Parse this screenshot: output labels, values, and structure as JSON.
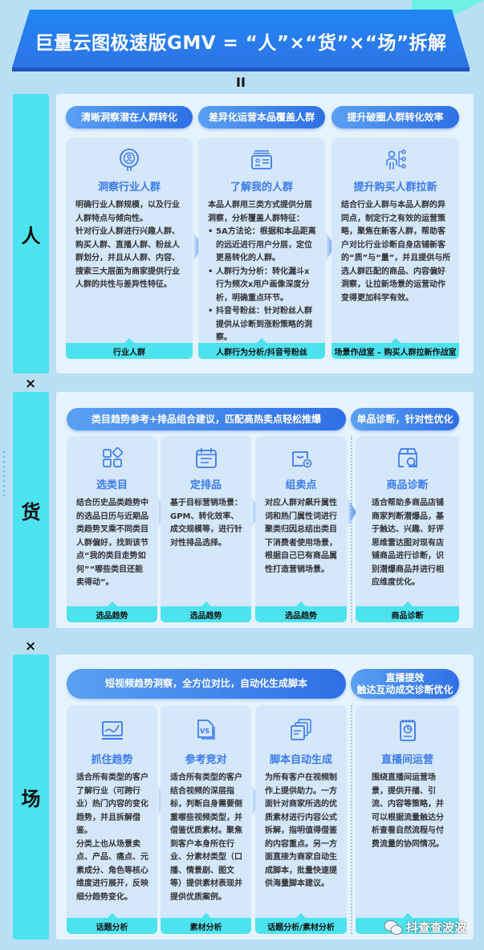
{
  "title": "巨量云图极速版GMV = “人”×“货”×“场”拆解",
  "equals_sign": "II",
  "operator": "×",
  "watermark": "抖查查波波",
  "colors": {
    "background": "#b9dff4",
    "banner": "#2f7be8",
    "pill": "#3a7eea",
    "tag": "#4de3ee",
    "card": "#d5e7fb",
    "card_title": "#3b7bea"
  },
  "sections": [
    {
      "label": "人",
      "pills": [
        "清晰洞察潜在人群转化",
        "差异化运营本品覆盖人群",
        "提升破圈人群转化效率"
      ],
      "cards": [
        {
          "icon": "user-search-icon",
          "title": "洞察行业人群",
          "body": "明确行业人群规模，以及行业人群特点与倾向性。\n针对行业人群进行兴趣人群、购买人群、直播人群、粉丝人群划分，并且从人群、内容、搜索三大层面为商家提供行业人群的共性与差异性特征。",
          "tag": "行业人群"
        },
        {
          "icon": "id-card-icon",
          "title": "了解我的人群",
          "intro": "本品人群用三类方式提供分层洞察，分析覆盖人群特征：",
          "bullets": [
            "5A方法论：根据和本品距离的远近进行用户分层，定位更易转化的人群。",
            "人群行为分析：转化漏斗x行为频次x用户画像深度分析，明确重点环节。",
            "抖音号粉丝：针对粉丝人群提供从诊断到涨粉策略的洞察。"
          ],
          "tag": "人群行为分析/抖音号粉丝"
        },
        {
          "icon": "user-nodes-icon",
          "title": "提升购买人群拉新",
          "body": "结合行业人群与本品人群的异同点，制定行之有效的运营策略，聚焦在新客人群，帮助客户对比行业诊断自身店铺新客的“质”与“量”，并且提供与所选人群匹配的商品、内容偏好洞察，让拉新场景的运营动作变得更加科学有效。",
          "tag": "场景作战室 – 购买人群拉新作战室"
        }
      ]
    },
    {
      "label": "货",
      "pills": [
        "类目趋势参考+排品组合建议，匹配高热卖点轻松推爆",
        "单品诊断，针对性优化"
      ],
      "cards": [
        {
          "icon": "category-grid-icon",
          "title": "选类目",
          "body": "结合历史品类趋势中的选品日历与近期品类趋势叉乘不同类目人群偏好，找到该节点“我的类目走势如何”“哪些类目还能卖得动”。",
          "tag": "选品趋势"
        },
        {
          "icon": "calendar-icon",
          "title": "定排品",
          "body": "基于目标营销场景：GPM、转化效率、成交规模等，进行针对性排品选择。",
          "tag": "选品趋势"
        },
        {
          "icon": "shopping-bag-icon",
          "title": "组卖点",
          "body": "对应人群对飙升属性词和热门属性词进行聚类归因总结出类目下消费者使用场景，根据自己已有商品属性打造营销场景。",
          "tag": "选品趋势"
        },
        {
          "icon": "box-search-icon",
          "title": "商品诊断",
          "body": "适合帮助多商品店铺商家判断潜爆品，基于触达、兴趣、好评思维雷达图对现有店铺商品进行诊断，识别潜爆商品并进行相应维度优化。",
          "tag": "商品诊断"
        }
      ]
    },
    {
      "label": "场",
      "pills": [
        "短视频趋势洞察，全方位对比，自动化生成脚本",
        "直播提效\n触达互动成交诊断优化"
      ],
      "cards": [
        {
          "icon": "trend-chart-icon",
          "title": "抓住趋势",
          "body": "适合所有类型的客户了解行业（可跨行业）热门内容的变化趋势，并且拆解借鉴。\n分类上也从场景卖点、产品、痛点、元素成分、角色等核心维度进行展开，反映细分趋势变化。",
          "tag": "话题分析"
        },
        {
          "icon": "vs-document-icon",
          "title": "参考竞对",
          "body": "适合所有类型的客户结合视频的深层指标，判断自身需要侧重哪些视频类型，并借鉴优质素材。聚焦到客户本身所在行业、分素材类型（口播、情景剧、图文等）提供素材表现并提供优质案例。",
          "tag": "素材分析"
        },
        {
          "icon": "stacked-pages-icon",
          "title": "脚本自动生成",
          "body": "为所有客户在视频制作上提供助力。一方面针对商家所选的优质素材进行内容公式拆解，指明值得借鉴的内容重点。另一方面直接为商家自动生成脚本，批量快速提供海量脚本建议。",
          "tag": "话题分析/素材分析"
        },
        {
          "icon": "notebook-chart-icon",
          "title": "直播间运营",
          "body": "围绕直播间运营场景，提供开播、引流、内容等策略，并可以根据流量触达分析查看自然流程与付费流量的协同情况。",
          "tag": ""
        }
      ]
    }
  ]
}
